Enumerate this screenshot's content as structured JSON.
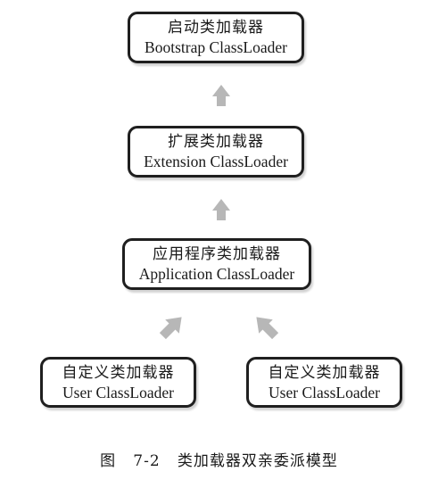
{
  "nodes": {
    "bootstrap": {
      "title": "启动类加载器",
      "subtitle": "Bootstrap ClassLoader"
    },
    "extension": {
      "title": "扩展类加载器",
      "subtitle": "Extension ClassLoader"
    },
    "application": {
      "title": "应用程序类加载器",
      "subtitle": "Application ClassLoader"
    },
    "user_left": {
      "title": "自定义类加载器",
      "subtitle": "User ClassLoader"
    },
    "user_right": {
      "title": "自定义类加载器",
      "subtitle": "User ClassLoader"
    }
  },
  "edges": [
    {
      "from": "extension",
      "to": "bootstrap"
    },
    {
      "from": "application",
      "to": "extension"
    },
    {
      "from": "user_left",
      "to": "application"
    },
    {
      "from": "user_right",
      "to": "application"
    }
  ],
  "caption": "图   7-2   类加载器双亲委派模型",
  "colors": {
    "border": "#1f1f1f",
    "arrow": "#b7b7b7"
  }
}
